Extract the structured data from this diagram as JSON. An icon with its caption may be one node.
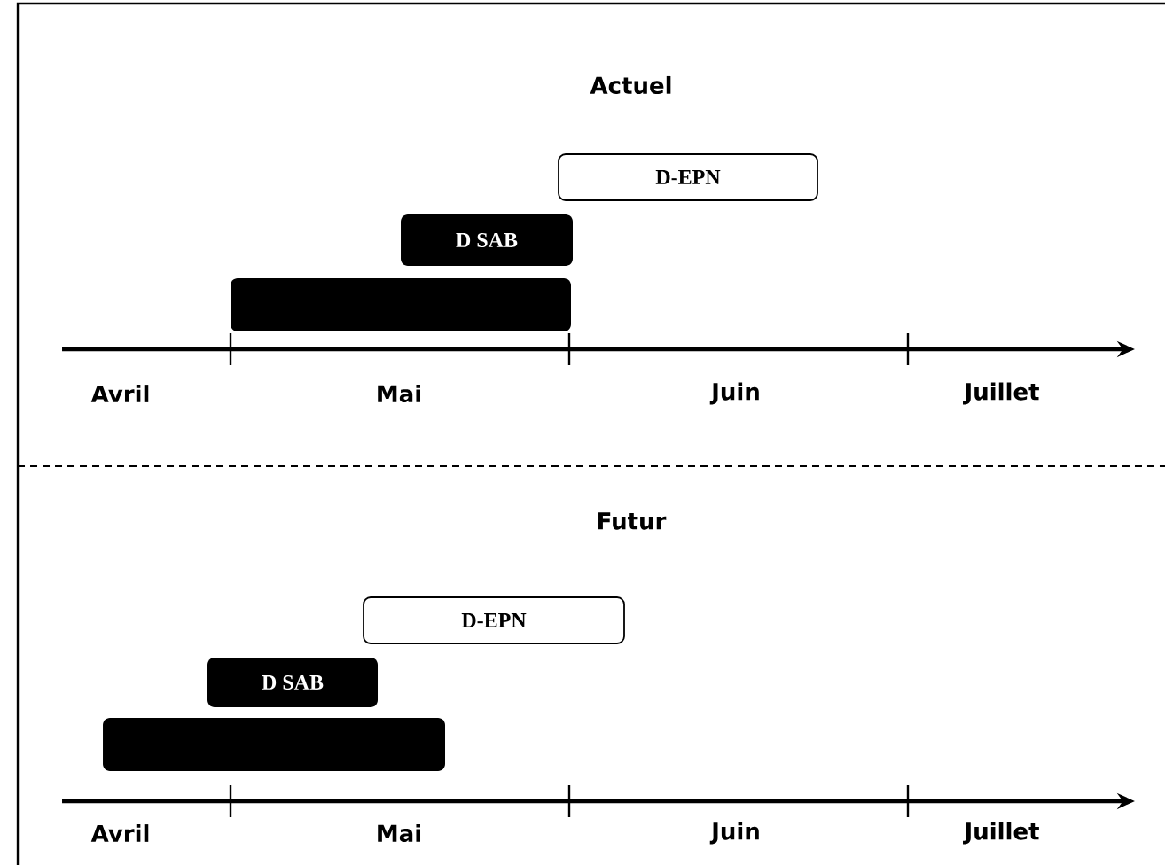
{
  "diagram": {
    "nodes": [
      {
        "text": [],
        "shape": "bar"
      },
      {
        "text": [
          "D SAB"
        ]
      },
      {
        "text": [
          "D-EPN"
        ]
      },
      {
        "text": [],
        "shape": "bar"
      },
      {
        "text": [
          "D SAB"
        ]
      },
      {
        "text": [
          "D-EPN"
        ]
      }
    ],
    "labels": [
      "Actuel",
      "Avril",
      "Mai",
      "Juin",
      "Juillet",
      "Futur",
      "Avril",
      "Mai",
      "Juin",
      "Juillet"
    ]
  }
}
